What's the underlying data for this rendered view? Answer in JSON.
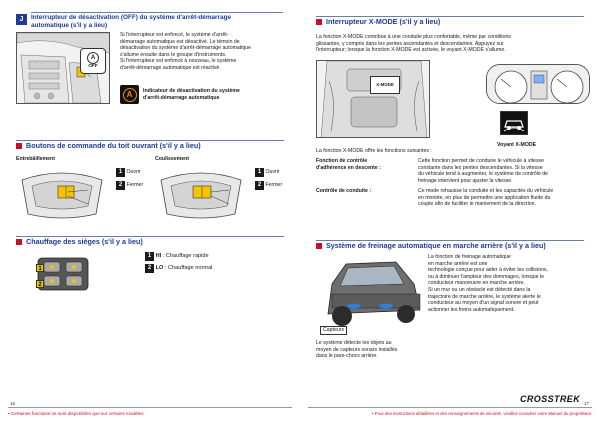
{
  "left_page": {
    "section_j": {
      "badge": "J",
      "title_line1": "Interrupteur de désactivation (OFF) du système d'arrêt-démarrage",
      "title_line2": "automatique (s'il y a lieu)",
      "body": [
        "Si l'interrupteur est enfoncé, le système d'arrêt-",
        "démarrage automatique est désactivé. Le témoin de",
        "désactivation du système d'arrêt-démarrage automatique",
        "s'allume ensuite dans le groupe d'instruments.",
        "Si l'interrupteur est enfoncé à nouveau, le système",
        "d'arrêt-démarrage automatique est réactivé."
      ],
      "indicator_line1": "Indicateur de désactivation du système",
      "indicator_line2": "d'arrêt-démarrage automatique",
      "button_text": "OFF",
      "indicator_symbol": "A"
    },
    "sunroof": {
      "title": "Boutons de commande du toit ouvrant (s'il y a lieu)",
      "tilt_label": "Entrebâillement",
      "slide_label": "Coulissement",
      "tilt_items": [
        {
          "num": "1",
          "label": "Ouvrir"
        },
        {
          "num": "2",
          "label": "Fermer"
        }
      ],
      "slide_items": [
        {
          "num": "1",
          "label": "Ouvrir"
        },
        {
          "num": "2",
          "label": "Fermer"
        }
      ]
    },
    "heated_seats": {
      "title": "Chauffage des sièges (s'il y a lieu)",
      "items": [
        {
          "num": "1",
          "key": "HI",
          "label": ": Chauffage rapide"
        },
        {
          "num": "2",
          "key": "LO",
          "label": ": Chauffage normal"
        }
      ]
    },
    "page_number": "16",
    "footnote": "• Certaines fonctions ne sont disponibles que sur certains modèles."
  },
  "right_page": {
    "xmode": {
      "title": "Interrupteur X-MODE (s'il y a lieu)",
      "body": [
        "La fonction X-MODE contribue à une conduite plus confortable, même par conditions",
        "glissantes, y compris dans les pentes ascendantes et descendantes. Appuyez sur",
        "l'interrupteur; lorsque la fonction X-MODE est activée, le voyant X-MODE s'allume."
      ],
      "button_text": "X-MODE",
      "indicator_caption": "Voyant X-MODE",
      "offers": "La fonction X-MODE offre les fonctions suivantes :",
      "features": [
        {
          "term_line1": "Fonction de contrôle",
          "term_line2": "d'adhérence en descente :",
          "desc": [
            "Cette fonction permet de conduire le véhicule à vitesse",
            "constante dans les pentes descendantes. Si la vitesse",
            "du véhicule tend à augmenter, le système de contrôle de",
            "freinage intervient pour ajuster la vitesse."
          ]
        },
        {
          "term_line1": "Contrôle de conduite :",
          "term_line2": "",
          "desc": [
            "Ce mode rehausse la conduite et les capacités du véhicule",
            "en montée, en plus de permettre une application fluide du",
            "couple afin de faciliter le maniement de la direction."
          ]
        }
      ]
    },
    "rear_brake": {
      "title": "Système de freinage automatique en marche arrière (s'il y a lieu)",
      "sensors_label": "Capteurs",
      "body": [
        "La fonction de freinage automatique",
        "en marche arrière est une",
        "technologie conçue pour aider à éviter les collisions,",
        "ou à diminuer l'ampleur des dommages, lorsque le",
        "conducteur manoeuvre en marche arrière.",
        "Si un mur ou un obstacle est détecté dans la",
        "trajectoire de marche arrière, le système alerte le",
        "conducteur au moyen d'un signal sonore et peut",
        "actionner les freins automatiquement."
      ],
      "caption": [
        "Le système détecte les objets au",
        "moyen de capteurs sonars installés",
        "dans le pare-chocs arrière."
      ]
    },
    "brand": "CROSSTREK",
    "page_number": "17",
    "footnote": "• Pour des instructions détaillées et des renseignements de sécurité, veuillez consulter votre Manuel du propriétaire."
  },
  "colors": {
    "heading_blue": "#1f3a93",
    "accent_red": "#c8102e",
    "highlight_yellow": "#f5c400",
    "indicator_orange": "#f08a00"
  }
}
